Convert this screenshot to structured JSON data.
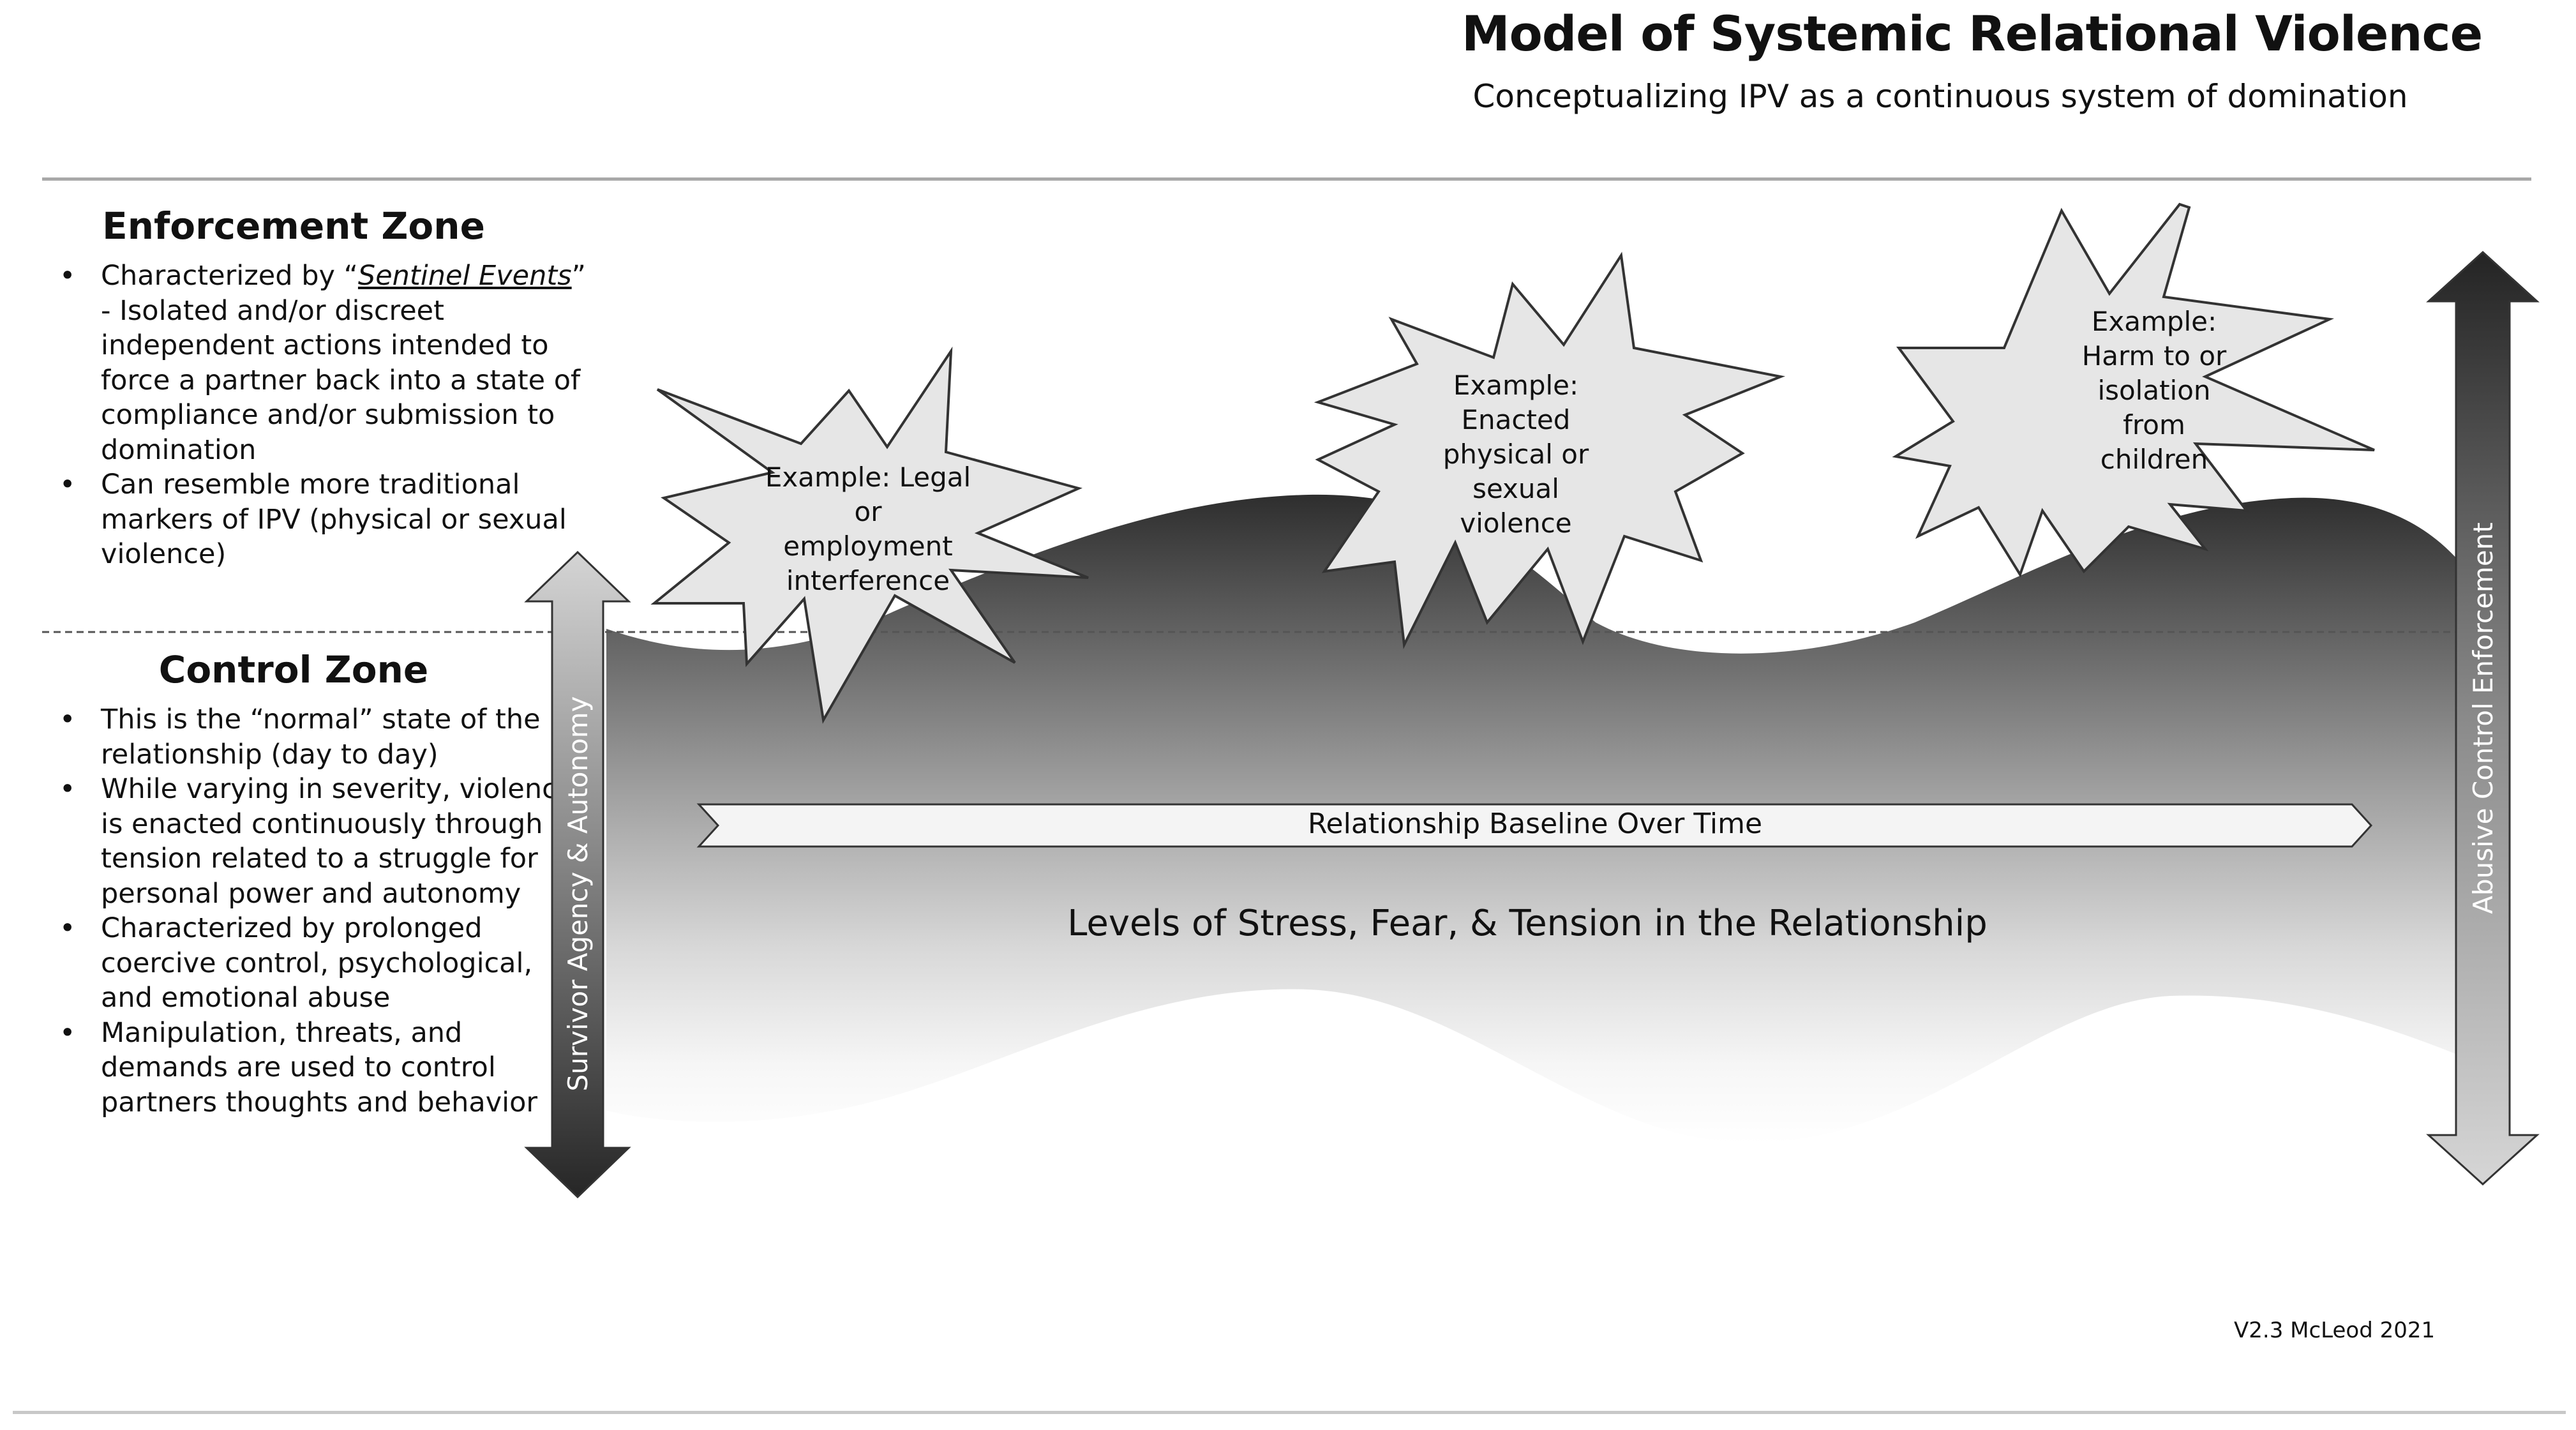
{
  "title": "Model of Systemic Relational Violence",
  "subtitle": "Conceptualizing IPV as a continuous system of domination",
  "enforcement_zone": {
    "heading": "Enforcement Zone",
    "bullet1_open_quote": "Characterized by “",
    "bullet1_term": "Sentinel Events",
    "bullet1_rest": "” - Isolated and/or discreet independent actions intended to force a partner back into a state of compliance and/or submission to domination",
    "bullet2": "Can resemble more traditional markers of IPV (physical or sexual violence)"
  },
  "control_zone": {
    "heading": "Control Zone",
    "bullets": [
      "This is the “normal” state of the relationship (day to day)",
      "While varying in severity, violence is enacted continuously through tension related to a struggle for personal power and autonomy",
      "Characterized by prolonged coercive control, psychological, and emotional abuse",
      "Manipulation, threats, and demands are used to control partners thoughts and behavior"
    ]
  },
  "left_arrow_label": "Survivor Agency & Autonomy",
  "right_arrow_label": "Abusive Control Enforcement",
  "baseline_label": "Relationship Baseline Over Time",
  "tension_label": "Levels of Stress, Fear, & Tension in the Relationship",
  "bursts": [
    {
      "lines": [
        "Example: Legal",
        "or",
        "employment",
        "interference"
      ]
    },
    {
      "lines": [
        "Example:",
        "Enacted",
        "physical or",
        "sexual",
        "violence"
      ]
    },
    {
      "lines": [
        "Example:",
        "Harm to or",
        "isolation",
        "from",
        "children"
      ]
    }
  ],
  "version": "V2.3 McLeod 2021",
  "colors": {
    "wave_dark": "#2e2e2e",
    "burst_fill": "#e6e6e6",
    "arrow_dark": "#2b2b2b",
    "arrow_light": "#d2d2d2",
    "rule": "#a8a8a8"
  }
}
